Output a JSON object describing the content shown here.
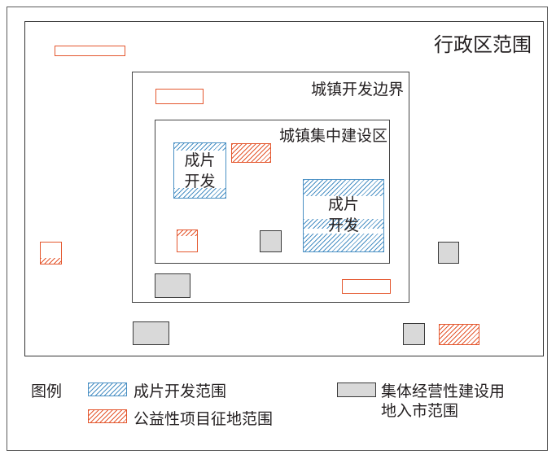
{
  "zones": {
    "admin_label": "行政区范围",
    "dev_boundary_label": "城镇开发边界",
    "core_area_label": "城镇集中建设区"
  },
  "blocks": {
    "patch_a_line1": "成片",
    "patch_a_line2": "开发",
    "patch_b_line1": "成片",
    "patch_b_line2": "开发"
  },
  "legend": {
    "title": "图例",
    "blue_label": "成片开发范围",
    "orange_label": "公益性项目征地范围",
    "gray_label_line1": "集体经营性建设用",
    "gray_label_line2": "地入市范围"
  },
  "colors": {
    "orange": "#e4572e",
    "blue": "#4a90c4",
    "gray_fill": "#d9d9d9"
  }
}
